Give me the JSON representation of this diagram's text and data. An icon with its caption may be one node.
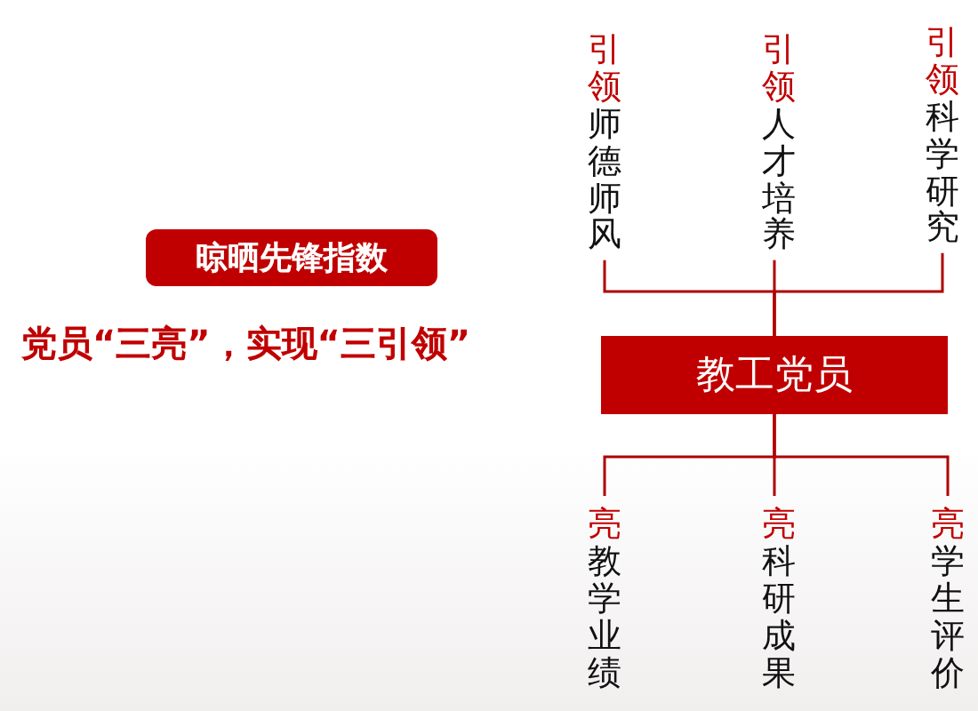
{
  "diagram": {
    "nodes": [
      {
        "text": [
          "晾晒先锋指数"
        ]
      },
      {
        "text": [
          "教工党员"
        ]
      },
      {
        "text": [
          "引领",
          "师德师风"
        ]
      },
      {
        "text": [
          "引领",
          "人才培养"
        ]
      },
      {
        "text": [
          "引领",
          "科学研究"
        ]
      },
      {
        "text": [
          "亮",
          "教学业绩"
        ]
      },
      {
        "text": [
          "亮",
          "科研成果"
        ]
      },
      {
        "text": [
          "亮",
          "学生评价"
        ]
      }
    ],
    "edges": [
      {
        "from": 1,
        "to": 2,
        "arrow": "none"
      },
      {
        "from": 1,
        "to": 3,
        "arrow": "none"
      },
      {
        "from": 1,
        "to": 4,
        "arrow": "none"
      },
      {
        "from": 1,
        "to": 5,
        "arrow": "none"
      },
      {
        "from": 1,
        "to": 6,
        "arrow": "none"
      },
      {
        "from": 1,
        "to": 7,
        "arrow": "none"
      }
    ],
    "labels": [
      "党员“三亮”，实现“三引领”"
    ]
  }
}
